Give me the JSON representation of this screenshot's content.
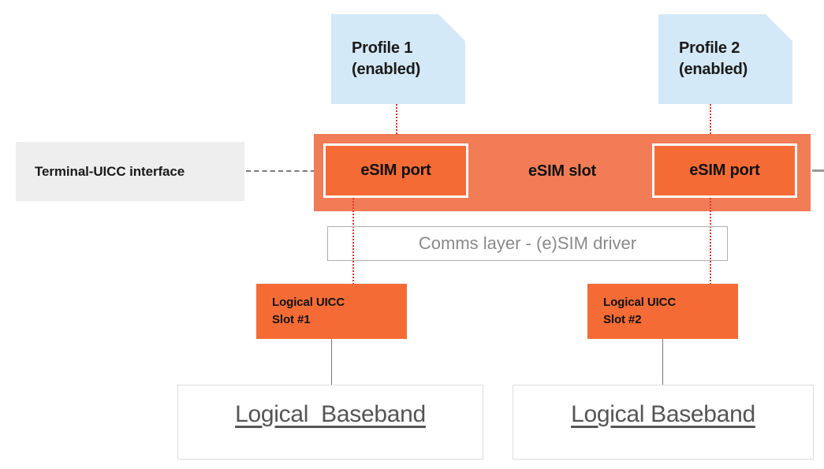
{
  "diagram": {
    "title": "eSIM slot and port architecture",
    "colors": {
      "profile_card_bg": "#d4e9f7",
      "slot_bg": "#f17c55",
      "port_bg": "#f56b36",
      "uicc_bg": "#f56b36",
      "terminal_bg": "#eeeeee",
      "connector_dotted": "#e8342a",
      "connector_dashed": "#7a7a7a",
      "connector_solid": "#777777",
      "comms_border": "#b0b0b0",
      "comms_text": "#8a8a8a",
      "baseband_border": "#dddddd",
      "baseband_text": "#555555"
    },
    "profiles": [
      {
        "label": "Profile 1\n(enabled)",
        "name": "Profile 1",
        "state": "enabled"
      },
      {
        "label": "Profile 2\n(enabled)",
        "name": "Profile 2",
        "state": "enabled"
      }
    ],
    "slot": {
      "title": "eSIM slot",
      "ports": [
        {
          "label": "eSIM port"
        },
        {
          "label": "eSIM port"
        }
      ]
    },
    "terminal_interface": {
      "label": "Terminal-UICC interface"
    },
    "comms_layer": {
      "label": "Comms layer - (e)SIM driver"
    },
    "uicc_slots": [
      {
        "label": "Logical UICC\nSlot #1"
      },
      {
        "label": "Logical UICC\nSlot #2"
      }
    ],
    "basebands": [
      {
        "label": "Logical  Baseband"
      },
      {
        "label": "Logical Baseband"
      }
    ]
  }
}
